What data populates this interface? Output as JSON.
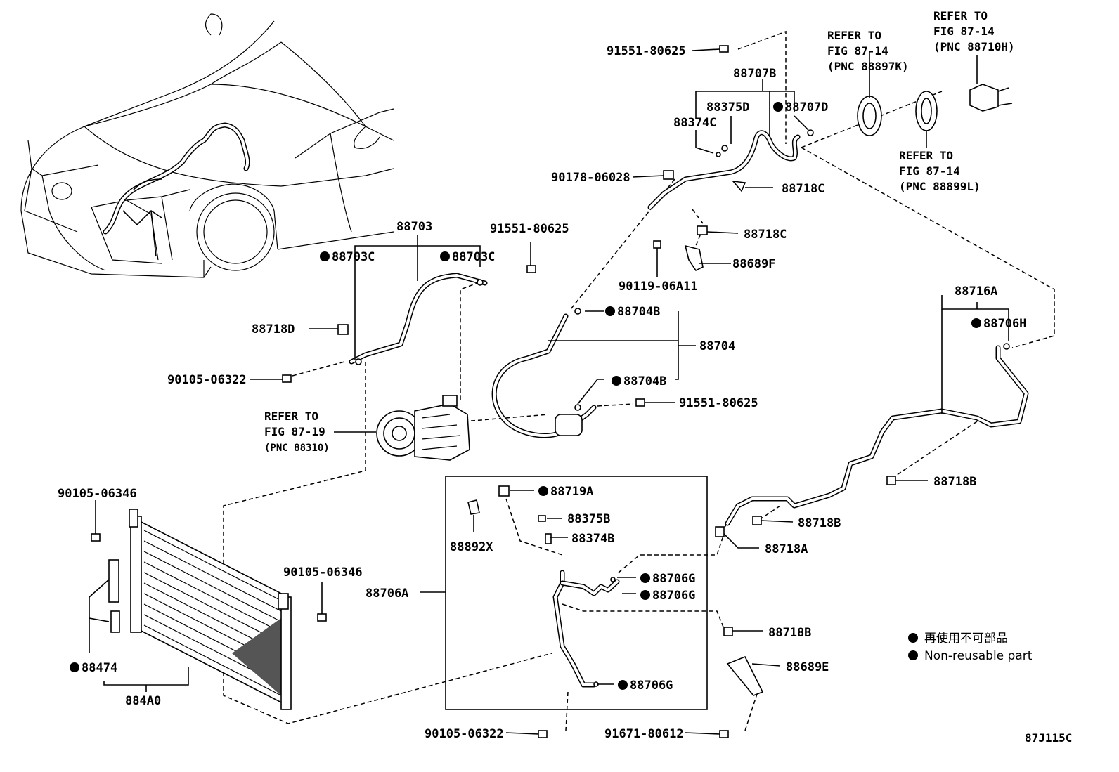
{
  "parts": {
    "p_9155180625_top": "91551-80625",
    "p_88707B": "88707B",
    "p_88375D": "88375D",
    "p_88707D": "88707D",
    "p_88374C": "88374C",
    "p_9017806028": "90178-06028",
    "p_88718C_a": "88718C",
    "p_88718C_b": "88718C",
    "p_88689F": "88689F",
    "p_9011906A11": "90119-06A11",
    "p_88703": "88703",
    "p_88703C_a": "88703C",
    "p_88703C_b": "88703C",
    "p_9155180625_mid": "91551-80625",
    "p_88718D": "88718D",
    "p_9010506322_a": "90105-06322",
    "p_88704B_a": "88704B",
    "p_88704": "88704",
    "p_88704B_b": "88704B",
    "p_9155180625_low": "91551-80625",
    "p_88716A": "88716A",
    "p_88706H": "88706H",
    "p_88718B_a": "88718B",
    "p_88718B_b": "88718B",
    "p_88718A": "88718A",
    "p_9010506346_a": "90105-06346",
    "p_9010506346_b": "90105-06346",
    "p_88719A": "88719A",
    "p_88375B": "88375B",
    "p_88374B": "88374B",
    "p_88892X": "88892X",
    "p_88706A": "88706A",
    "p_88706G_a": "88706G",
    "p_88706G_b": "88706G",
    "p_88706G_c": "88706G",
    "p_88718B_c": "88718B",
    "p_88689E": "88689E",
    "p_88474": "88474",
    "p_884A0": "884A0",
    "p_9010506322_b": "90105-06322",
    "p_9167180612": "91671-80612"
  },
  "refs": {
    "ref_88710H": {
      "l1": "REFER TO",
      "l2": "FIG 87-14",
      "l3": "(PNC 88710H)"
    },
    "ref_88897K": {
      "l1": "REFER TO",
      "l2": "FIG 87-14",
      "l3": "(PNC 88897K)"
    },
    "ref_88899L": {
      "l1": "REFER TO",
      "l2": "FIG 87-14",
      "l3": "(PNC 88899L)"
    },
    "ref_88310": {
      "l1": "REFER TO",
      "l2": "FIG 87-19",
      "l3": "(PNC 88310)"
    }
  },
  "legend": {
    "zh": "再使用不可部品",
    "en": "Non-reusable part"
  },
  "figure_code": "87J115C"
}
